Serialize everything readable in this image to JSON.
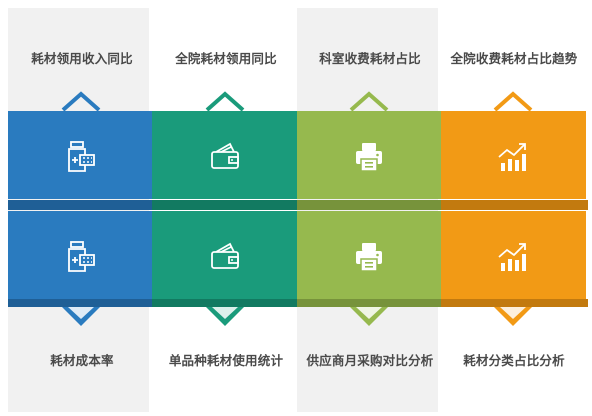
{
  "columns": [
    {
      "top_label": "耗材领用收入同比",
      "bottom_label": "耗材成本率",
      "top_icon": "medicine-bottle-icon",
      "bottom_icon": "medicine-bottle-icon",
      "color": "#2a7bbf",
      "dark": "#1f5f96"
    },
    {
      "top_label": "全院耗材领用同比",
      "bottom_label": "单品种耗材使用统计",
      "top_icon": "wallet-icon",
      "bottom_icon": "wallet-icon",
      "color": "#1a9b7b",
      "dark": "#127a61"
    },
    {
      "top_label": "科室收费耗材占比",
      "bottom_label": "供应商月采购对比分析",
      "top_icon": "printer-icon",
      "bottom_icon": "printer-icon",
      "color": "#96b94e",
      "dark": "#77933b"
    },
    {
      "top_label": "全院收费耗材占比趋势",
      "bottom_label": "耗材分类占比分析",
      "top_icon": "trend-chart-icon",
      "bottom_icon": "trend-chart-icon",
      "color": "#f29a15",
      "dark": "#c27a0f"
    }
  ]
}
